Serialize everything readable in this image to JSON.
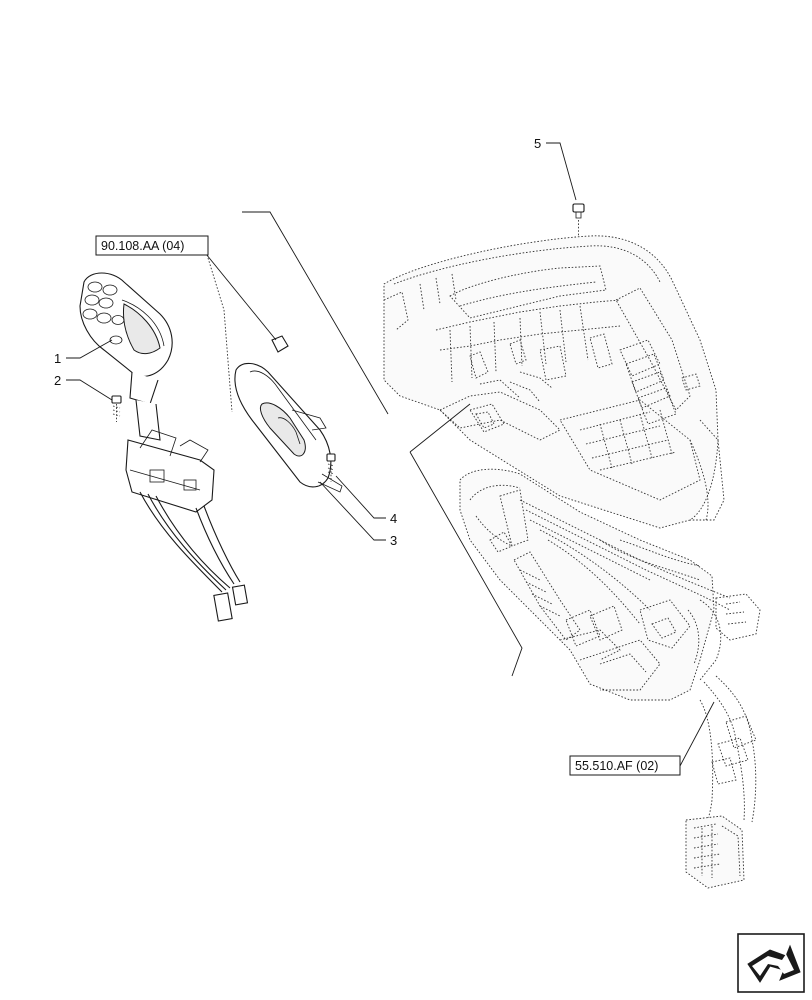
{
  "callouts": {
    "c1": "1",
    "c2": "2",
    "c3": "3",
    "c4": "4",
    "c5": "5"
  },
  "references": {
    "ref_top": "90.108.AA (04)",
    "ref_bottom": "55.510.AF (02)"
  },
  "icons": {
    "nav": "next-page-arrow-icon"
  }
}
